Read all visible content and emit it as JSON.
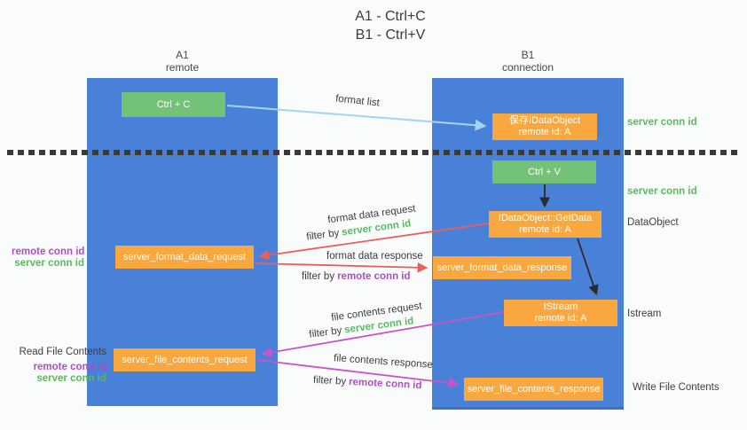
{
  "title": {
    "line1": "A1 - Ctrl+C",
    "line2": "B1 - Ctrl+V"
  },
  "columns": {
    "a1": {
      "title": "A1",
      "subtitle": "remote"
    },
    "b1": {
      "title": "B1",
      "subtitle": "connection"
    }
  },
  "nodes": {
    "ctrl_c": {
      "label": "Ctrl + C"
    },
    "save_dataobject": {
      "line1": "保存IDataObject",
      "line2": "remote id: A"
    },
    "ctrl_v": {
      "label": "Ctrl + V"
    },
    "getdata": {
      "line1": "IDataObject::GetData",
      "line2": "remote id: A"
    },
    "format_request": {
      "label": "server_format_data_request"
    },
    "format_response": {
      "label": "server_format_data_response"
    },
    "istream": {
      "line1": "IStream",
      "line2": "remote id: A"
    },
    "file_request": {
      "label": "server_file_contents_request"
    },
    "file_response": {
      "label": "server_file_contents_response"
    }
  },
  "arrow_labels": {
    "format_list": "format list",
    "format_data_request": "format data request",
    "format_data_response": "format data response",
    "file_contents_request": "file contents request",
    "file_contents_response": "file contents response",
    "filter_by": "filter by",
    "server_conn_id": "server conn id",
    "remote_conn_id": "remote conn id"
  },
  "side_labels": {
    "server_conn_id_top": "server conn id",
    "server_conn_id_mid": "server conn id",
    "dataobject": "DataObject",
    "istream": "Istream",
    "write_file_contents": "Write File Contents",
    "read_file_contents": "Read File Contents",
    "remote_conn_id_format": "remote conn id",
    "server_conn_id_format": "server conn id",
    "remote_conn_id_file": "remote conn id",
    "server_conn_id_file": "server conn id"
  },
  "colors": {
    "column_blue": "#4a81d8",
    "box_green": "#74c178",
    "box_orange": "#f8a83e",
    "text_green": "#5cb85f",
    "text_purple": "#ad4fc2",
    "arrow_red": "#ea6059",
    "arrow_magenta": "#cb52c8",
    "arrow_lightblue": "#a5d3f3",
    "arrow_black": "#2b2b2b"
  }
}
